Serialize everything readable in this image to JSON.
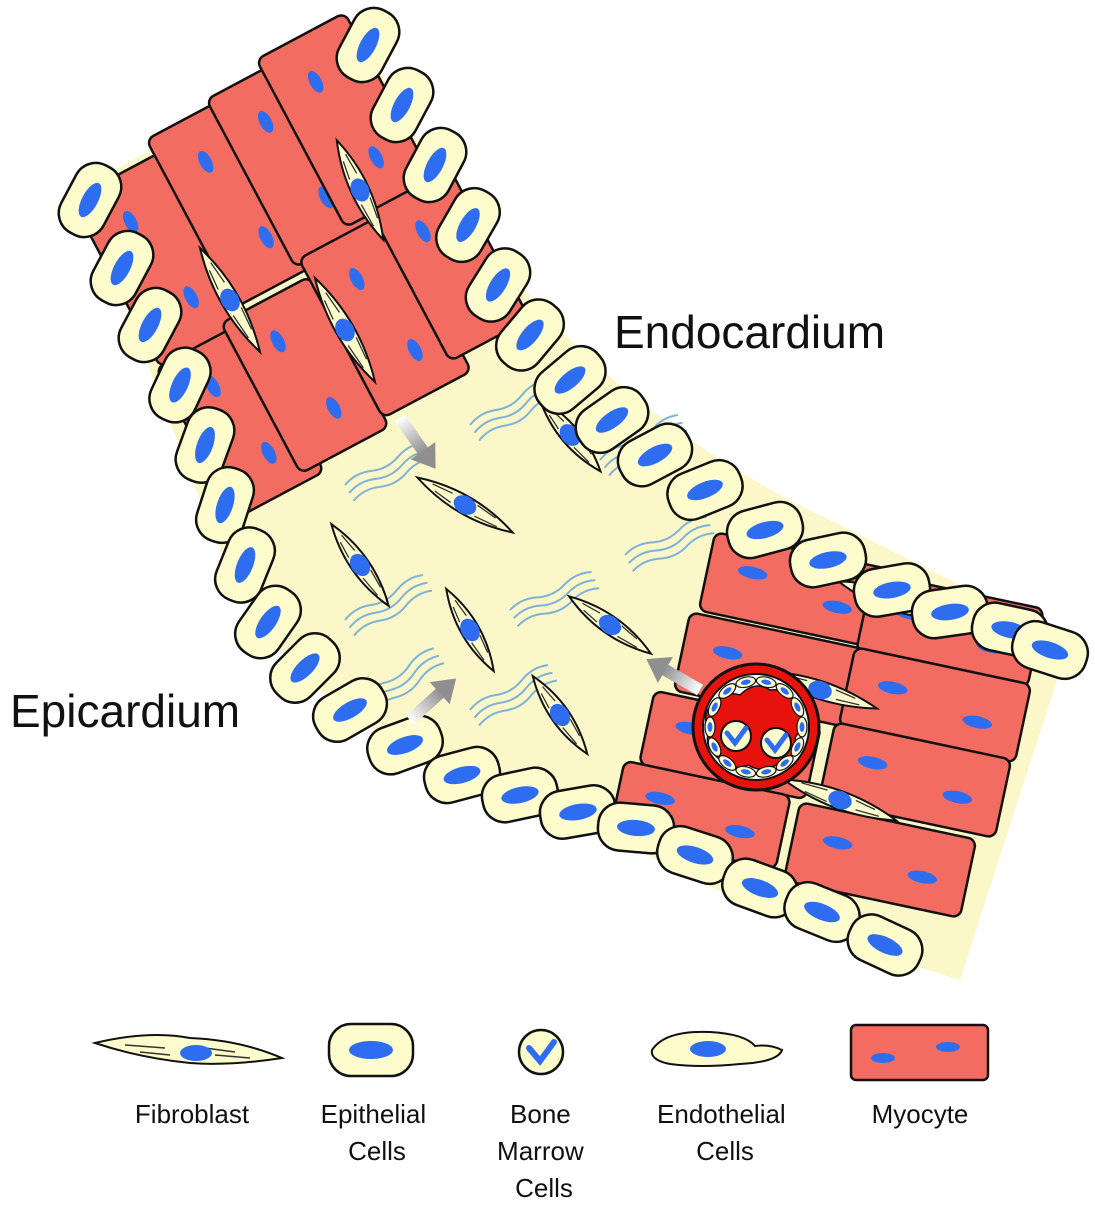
{
  "regions": {
    "endocardium": "Endocardium",
    "epicardium": "Epicardium"
  },
  "legend": [
    {
      "id": "fibroblast",
      "lines": [
        "Fibroblast"
      ]
    },
    {
      "id": "epithelial",
      "lines": [
        "Epithelial",
        "Cells"
      ]
    },
    {
      "id": "bone-marrow",
      "lines": [
        "Bone",
        "Marrow",
        "Cells"
      ]
    },
    {
      "id": "endothelial",
      "lines": [
        "Endothelial",
        "Cells"
      ]
    },
    {
      "id": "myocyte",
      "lines": [
        "Myocyte"
      ]
    }
  ],
  "colors": {
    "myocyte": "#f26c62",
    "cell_body": "#fdfccd",
    "nucleus": "#2f6df0",
    "tissue": "#fbf7c8",
    "vessel": "#e8120c",
    "fiber": "#7fb2d8",
    "arrow": "#9a9a9a",
    "outline": "#111111"
  }
}
